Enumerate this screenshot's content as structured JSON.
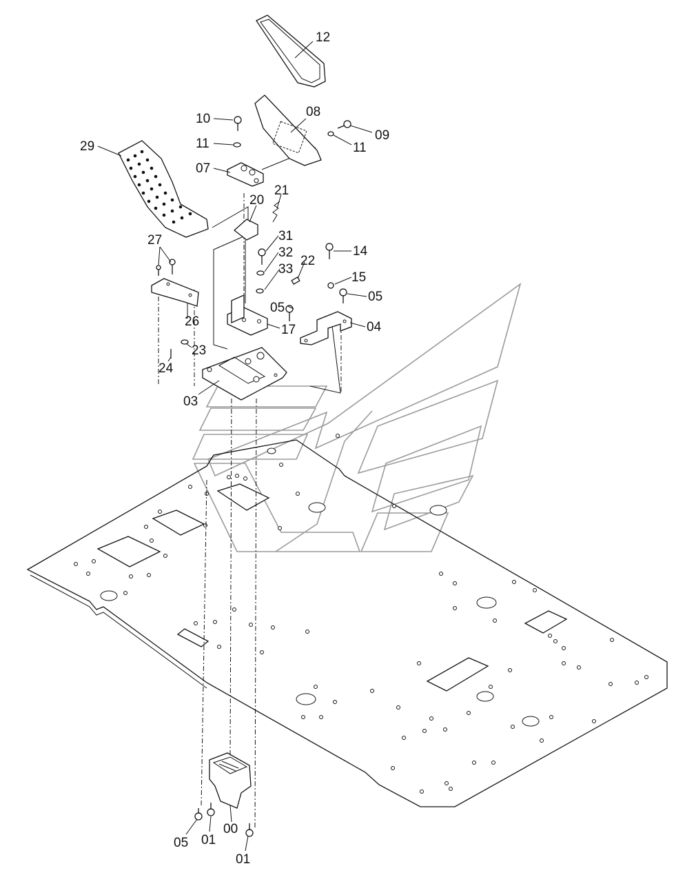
{
  "parts": [
    {
      "id": "part-12",
      "label": "12"
    },
    {
      "id": "part-08",
      "label": "08"
    },
    {
      "id": "part-09",
      "label": "09"
    },
    {
      "id": "part-11a",
      "label": "11"
    },
    {
      "id": "part-11b",
      "label": "11"
    },
    {
      "id": "part-10",
      "label": "10"
    },
    {
      "id": "part-07",
      "label": "07"
    },
    {
      "id": "part-29",
      "label": "29"
    },
    {
      "id": "part-21",
      "label": "21"
    },
    {
      "id": "part-20",
      "label": "20"
    },
    {
      "id": "part-31",
      "label": "31"
    },
    {
      "id": "part-32",
      "label": "32"
    },
    {
      "id": "part-33",
      "label": "33"
    },
    {
      "id": "part-22",
      "label": "22"
    },
    {
      "id": "part-14",
      "label": "14"
    },
    {
      "id": "part-15",
      "label": "15"
    },
    {
      "id": "part-05a",
      "label": "05"
    },
    {
      "id": "part-05b",
      "label": "05"
    },
    {
      "id": "part-04",
      "label": "04"
    },
    {
      "id": "part-17",
      "label": "17"
    },
    {
      "id": "part-27",
      "label": "27"
    },
    {
      "id": "part-26",
      "label": "26"
    },
    {
      "id": "part-23",
      "label": "23"
    },
    {
      "id": "part-24",
      "label": "24"
    },
    {
      "id": "part-03",
      "label": "03"
    },
    {
      "id": "part-05c",
      "label": "05"
    },
    {
      "id": "part-01a",
      "label": "01"
    },
    {
      "id": "part-00",
      "label": "00"
    },
    {
      "id": "part-01b",
      "label": "01"
    }
  ]
}
